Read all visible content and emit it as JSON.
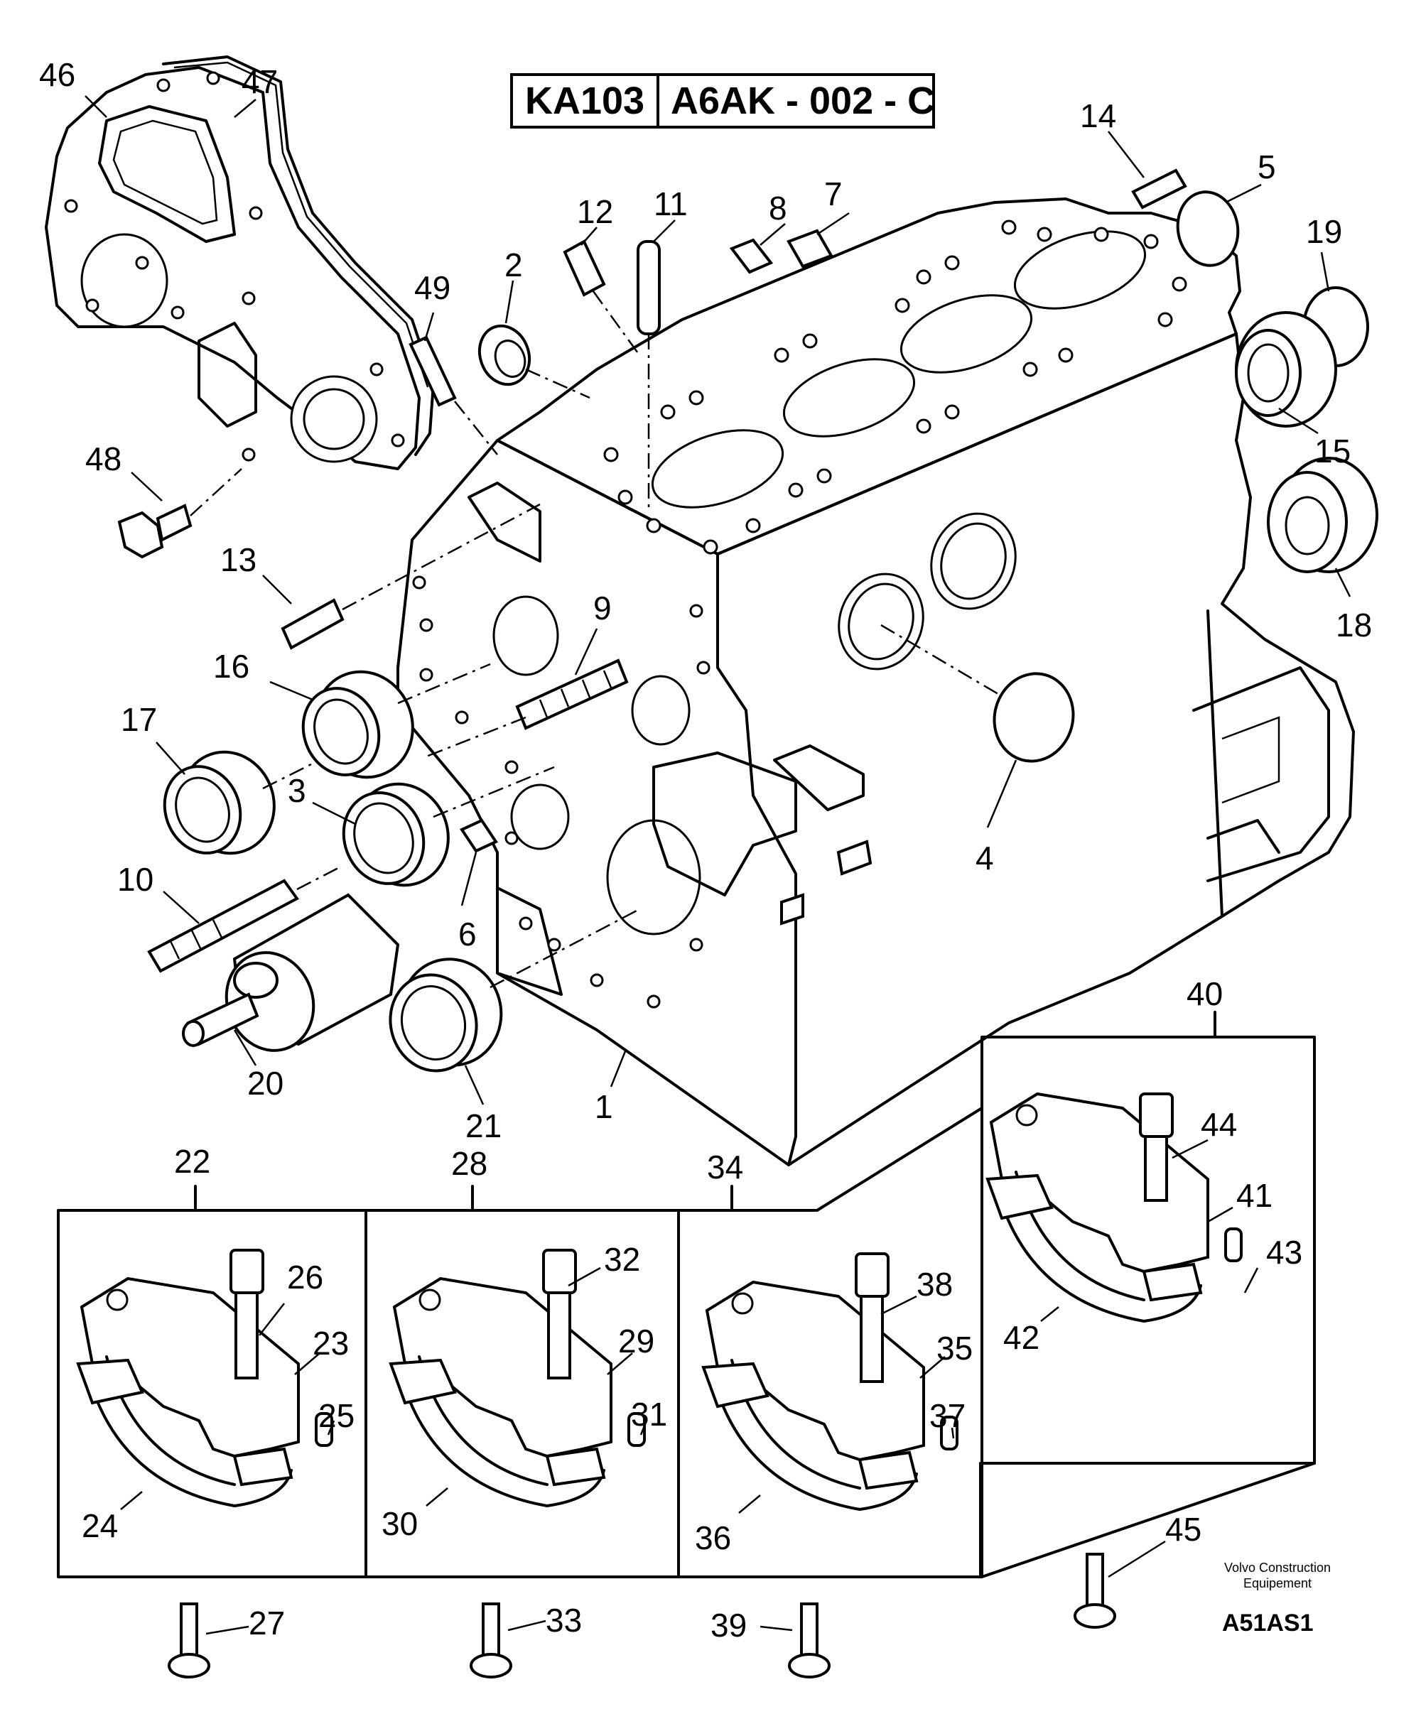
{
  "header": {
    "model_code": "KA103",
    "drawing_code": "A6AK - 002 - C"
  },
  "footer": {
    "brand_line1": "Volvo Construction",
    "brand_line2": "Equipement",
    "figure_code": "A51AS1"
  },
  "callouts": {
    "c1": "1",
    "c2": "2",
    "c3": "3",
    "c4": "4",
    "c5": "5",
    "c6": "6",
    "c7": "7",
    "c8": "8",
    "c9": "9",
    "c10": "10",
    "c11": "11",
    "c12": "12",
    "c13": "13",
    "c14": "14",
    "c15": "15",
    "c16": "16",
    "c17": "17",
    "c18": "18",
    "c19": "19",
    "c20": "20",
    "c21": "21",
    "c22": "22",
    "c23": "23",
    "c24": "24",
    "c25": "25",
    "c26": "26",
    "c27": "27",
    "c28": "28",
    "c29": "29",
    "c30": "30",
    "c31": "31",
    "c32": "32",
    "c33": "33",
    "c34": "34",
    "c35": "35",
    "c36": "36",
    "c37": "37",
    "c38": "38",
    "c39": "39",
    "c40": "40",
    "c41": "41",
    "c42": "42",
    "c43": "43",
    "c44": "44",
    "c45": "45",
    "c46": "46",
    "c47": "47",
    "c48": "48",
    "c49": "49"
  }
}
